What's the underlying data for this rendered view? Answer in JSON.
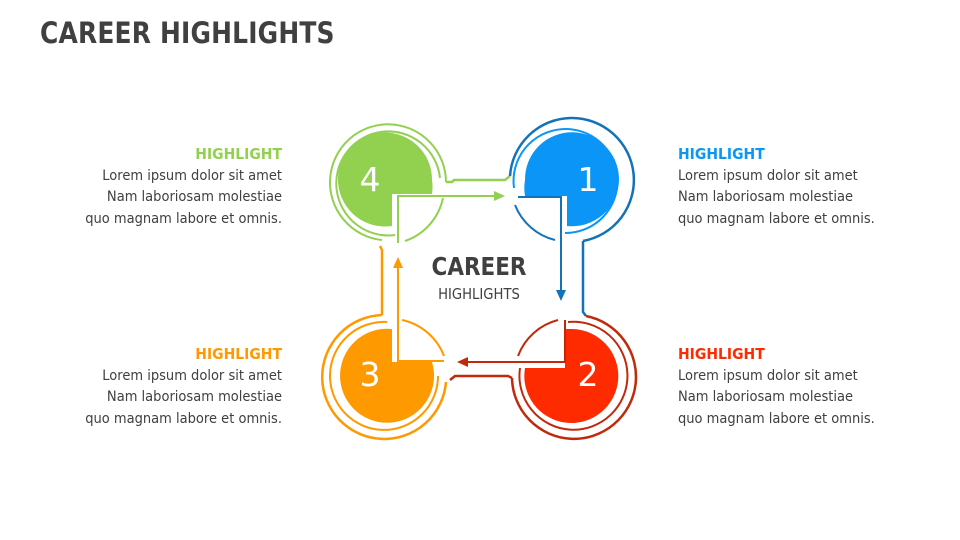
{
  "title": "CAREER HIGHLIGHTS",
  "center": {
    "line1": "CAREER",
    "line2": "HIGHLIGHTS"
  },
  "colors": {
    "green": "#92D050",
    "blue": "#0B96F7",
    "blue_dark": "#1273BA",
    "red": "#FF2B00",
    "red_dark": "#C02A0A",
    "orange": "#FF9900",
    "text": "#404040"
  },
  "steps": [
    {
      "number": "1",
      "heading": "HIGHLIGHT",
      "lines": [
        "Lorem ipsum dolor sit amet",
        "Nam laboriosam molestiae",
        "quo magnam labore et omnis."
      ],
      "color": "#0B96F7"
    },
    {
      "number": "2",
      "heading": "HIGHLIGHT",
      "lines": [
        "Lorem ipsum dolor sit amet",
        "Nam laboriosam molestiae",
        "quo magnam labore et omnis."
      ],
      "color": "#FF2B00"
    },
    {
      "number": "3",
      "heading": "HIGHLIGHT",
      "lines": [
        "Lorem ipsum dolor sit amet",
        "Nam laboriosam molestiae",
        "quo magnam labore et omnis."
      ],
      "color": "#FF9900"
    },
    {
      "number": "4",
      "heading": "HIGHLIGHT",
      "lines": [
        "Lorem ipsum dolor sit amet",
        "Nam laboriosam molestiae",
        "quo magnam labore et omnis."
      ],
      "color": "#92D050"
    }
  ]
}
